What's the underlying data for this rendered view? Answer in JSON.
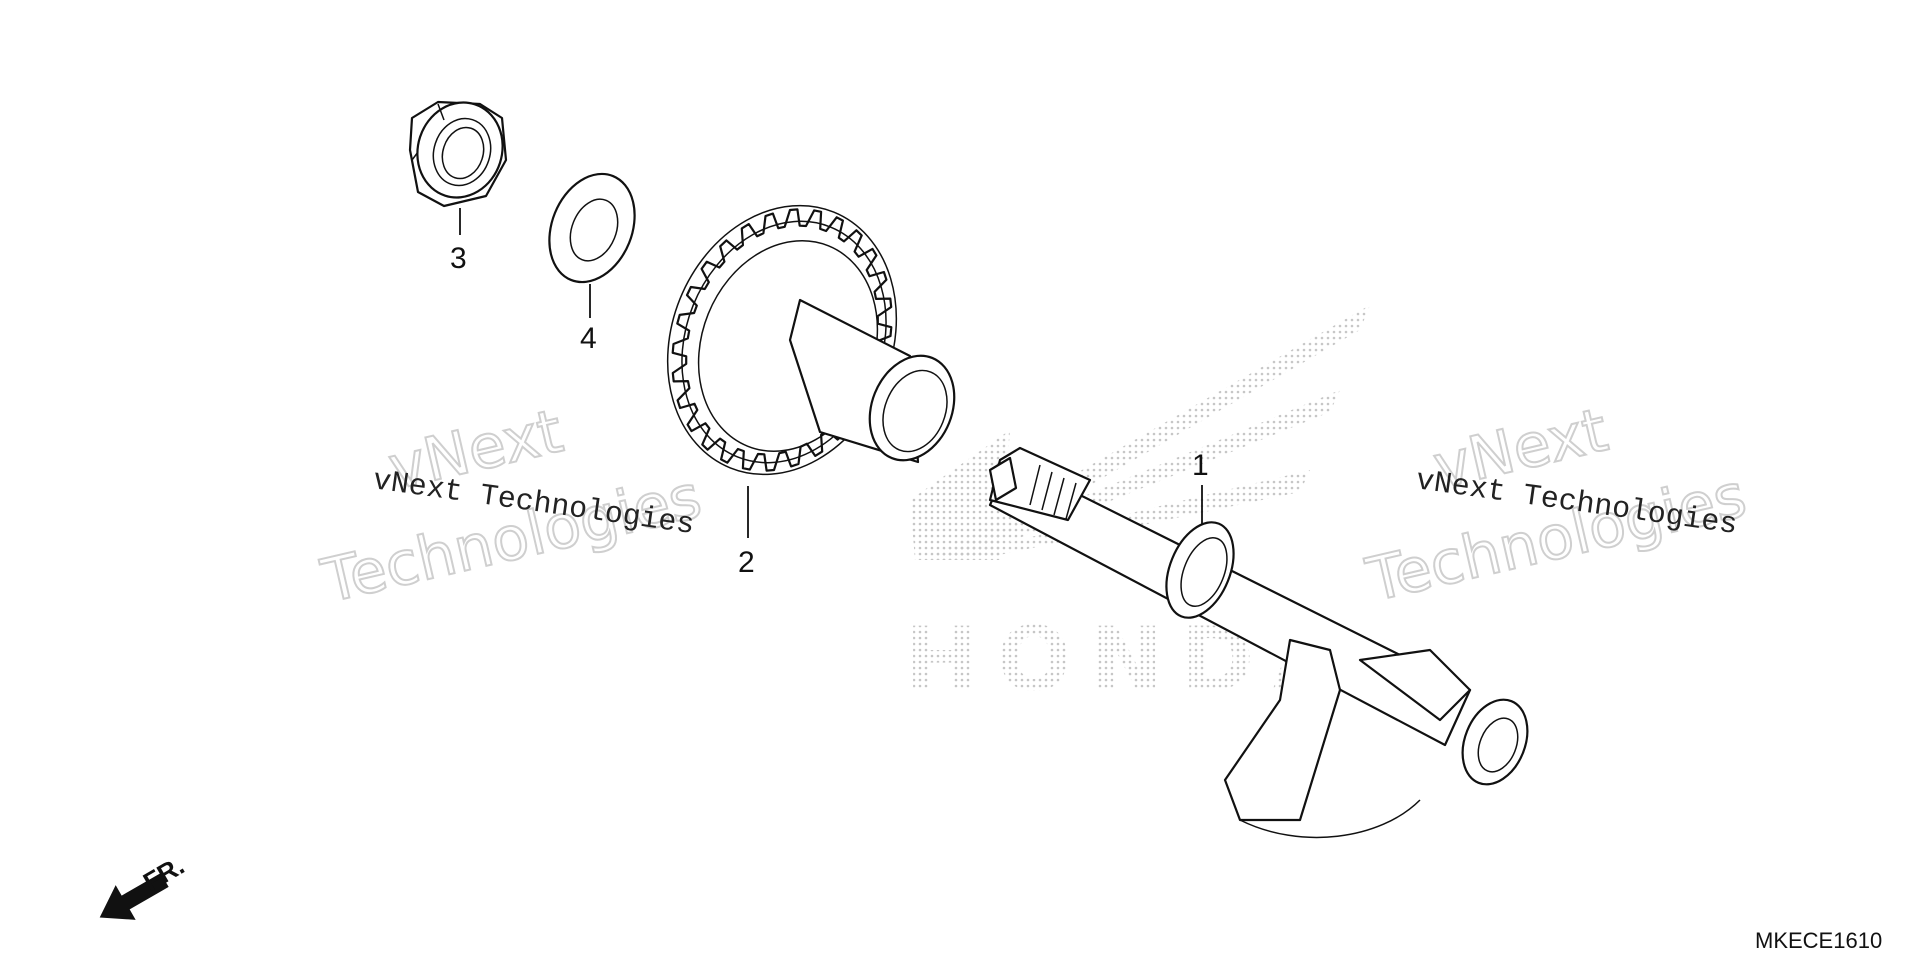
{
  "callouts": [
    {
      "id": "shaft",
      "label": "1"
    },
    {
      "id": "gear",
      "label": "2"
    },
    {
      "id": "nut",
      "label": "3"
    },
    {
      "id": "washer",
      "label": "4"
    }
  ],
  "watermarks": {
    "line_text": "vNext Technologies",
    "outline_top": "vNext",
    "outline_bottom": "Technologies"
  },
  "background_logo_text": "HONDA",
  "direction_label": "FR.",
  "diagram_code": "MKECE1610",
  "icons": {
    "direction": "front-direction-arrow-icon",
    "logo": "honda-wing-logo-icon"
  },
  "colors": {
    "line": "#111111",
    "watermark_outline": "#cfcfcf",
    "logo_dots": "#bdbdbd"
  }
}
